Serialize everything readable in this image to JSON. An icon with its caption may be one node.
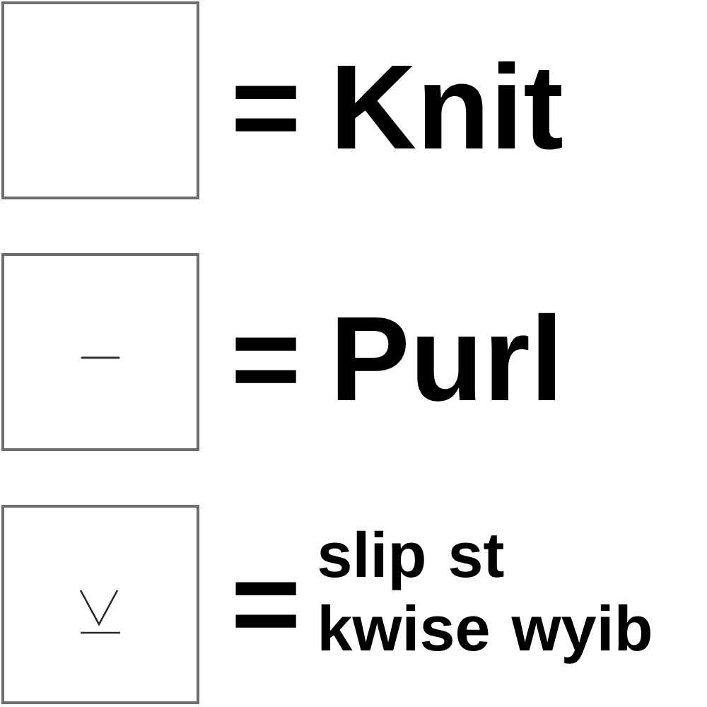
{
  "diagram": {
    "nodes": [
      {
        "text": [],
        "shape": "box",
        "beside": [
          "=",
          "Knit"
        ]
      },
      {
        "text": [],
        "shape": "box",
        "beside": [
          "=",
          "Purl"
        ]
      },
      {
        "text": [],
        "shape": "box",
        "beside": [
          "=",
          "slip st kwise wyib"
        ]
      }
    ]
  }
}
